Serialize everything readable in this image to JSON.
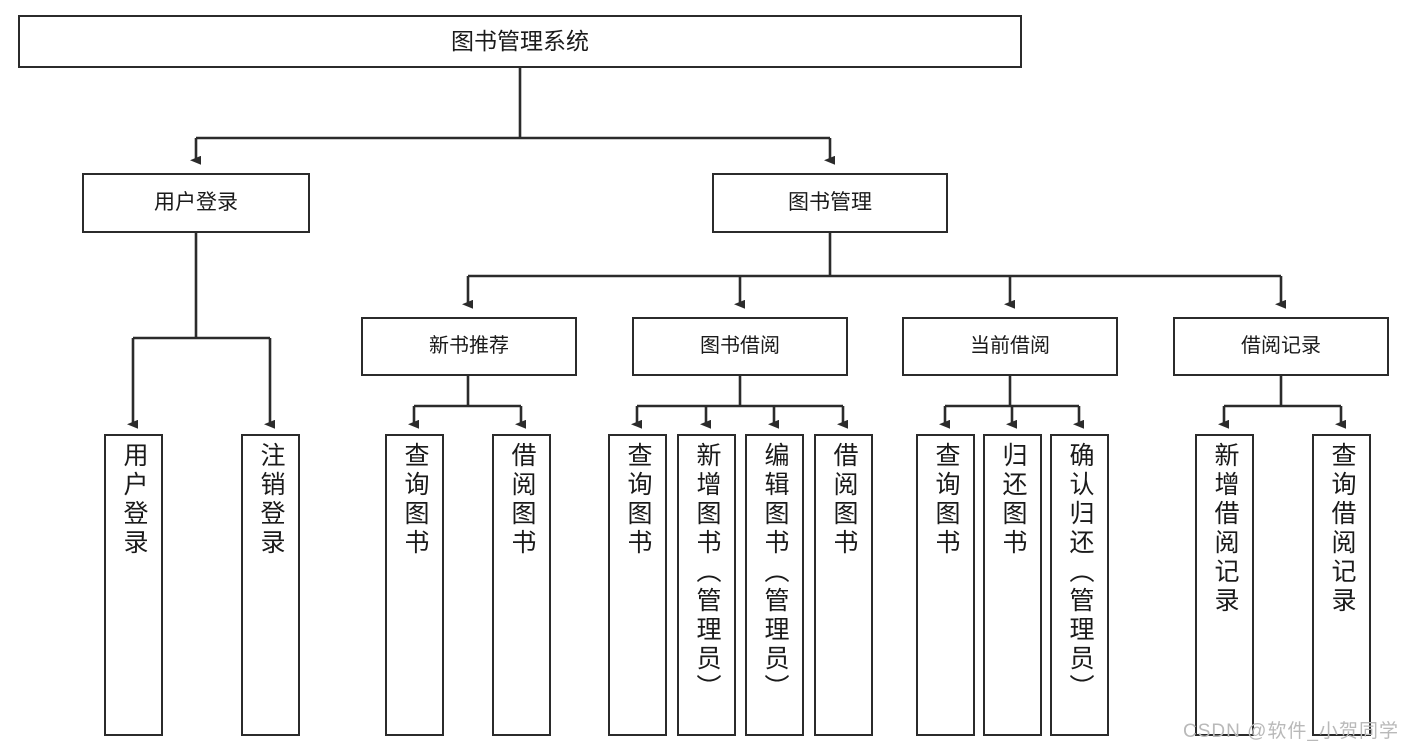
{
  "diagram": {
    "type": "tree",
    "title": "图书管理系统",
    "orientation": "top-down",
    "line_color": "#2b2b2b",
    "box_fill": "#ffffff",
    "text_color": "#1a1a1a",
    "root": {
      "label": "图书管理系统"
    },
    "level2": [
      {
        "label": "用户登录"
      },
      {
        "label": "图书管理"
      }
    ],
    "level3": [
      {
        "label": "新书推荐"
      },
      {
        "label": "图书借阅"
      },
      {
        "label": "当前借阅"
      },
      {
        "label": "借阅记录"
      }
    ],
    "leaves": {
      "user_login": [
        {
          "label": "用户登录"
        },
        {
          "label": "注销登录"
        }
      ],
      "new_book_recommend": [
        {
          "label": "查询图书"
        },
        {
          "label": "借阅图书"
        }
      ],
      "book_borrow": [
        {
          "label": "查询图书"
        },
        {
          "label": "新增图书（管理员）"
        },
        {
          "label": "编辑图书（管理员）"
        },
        {
          "label": "借阅图书"
        }
      ],
      "current_borrow": [
        {
          "label": "查询图书"
        },
        {
          "label": "归还图书"
        },
        {
          "label": "确认归还（管理员）"
        }
      ],
      "borrow_record": [
        {
          "label": "新增借阅记录"
        },
        {
          "label": "查询借阅记录"
        }
      ]
    }
  },
  "watermark": {
    "text": "CSDN @软件_小贺同学"
  }
}
